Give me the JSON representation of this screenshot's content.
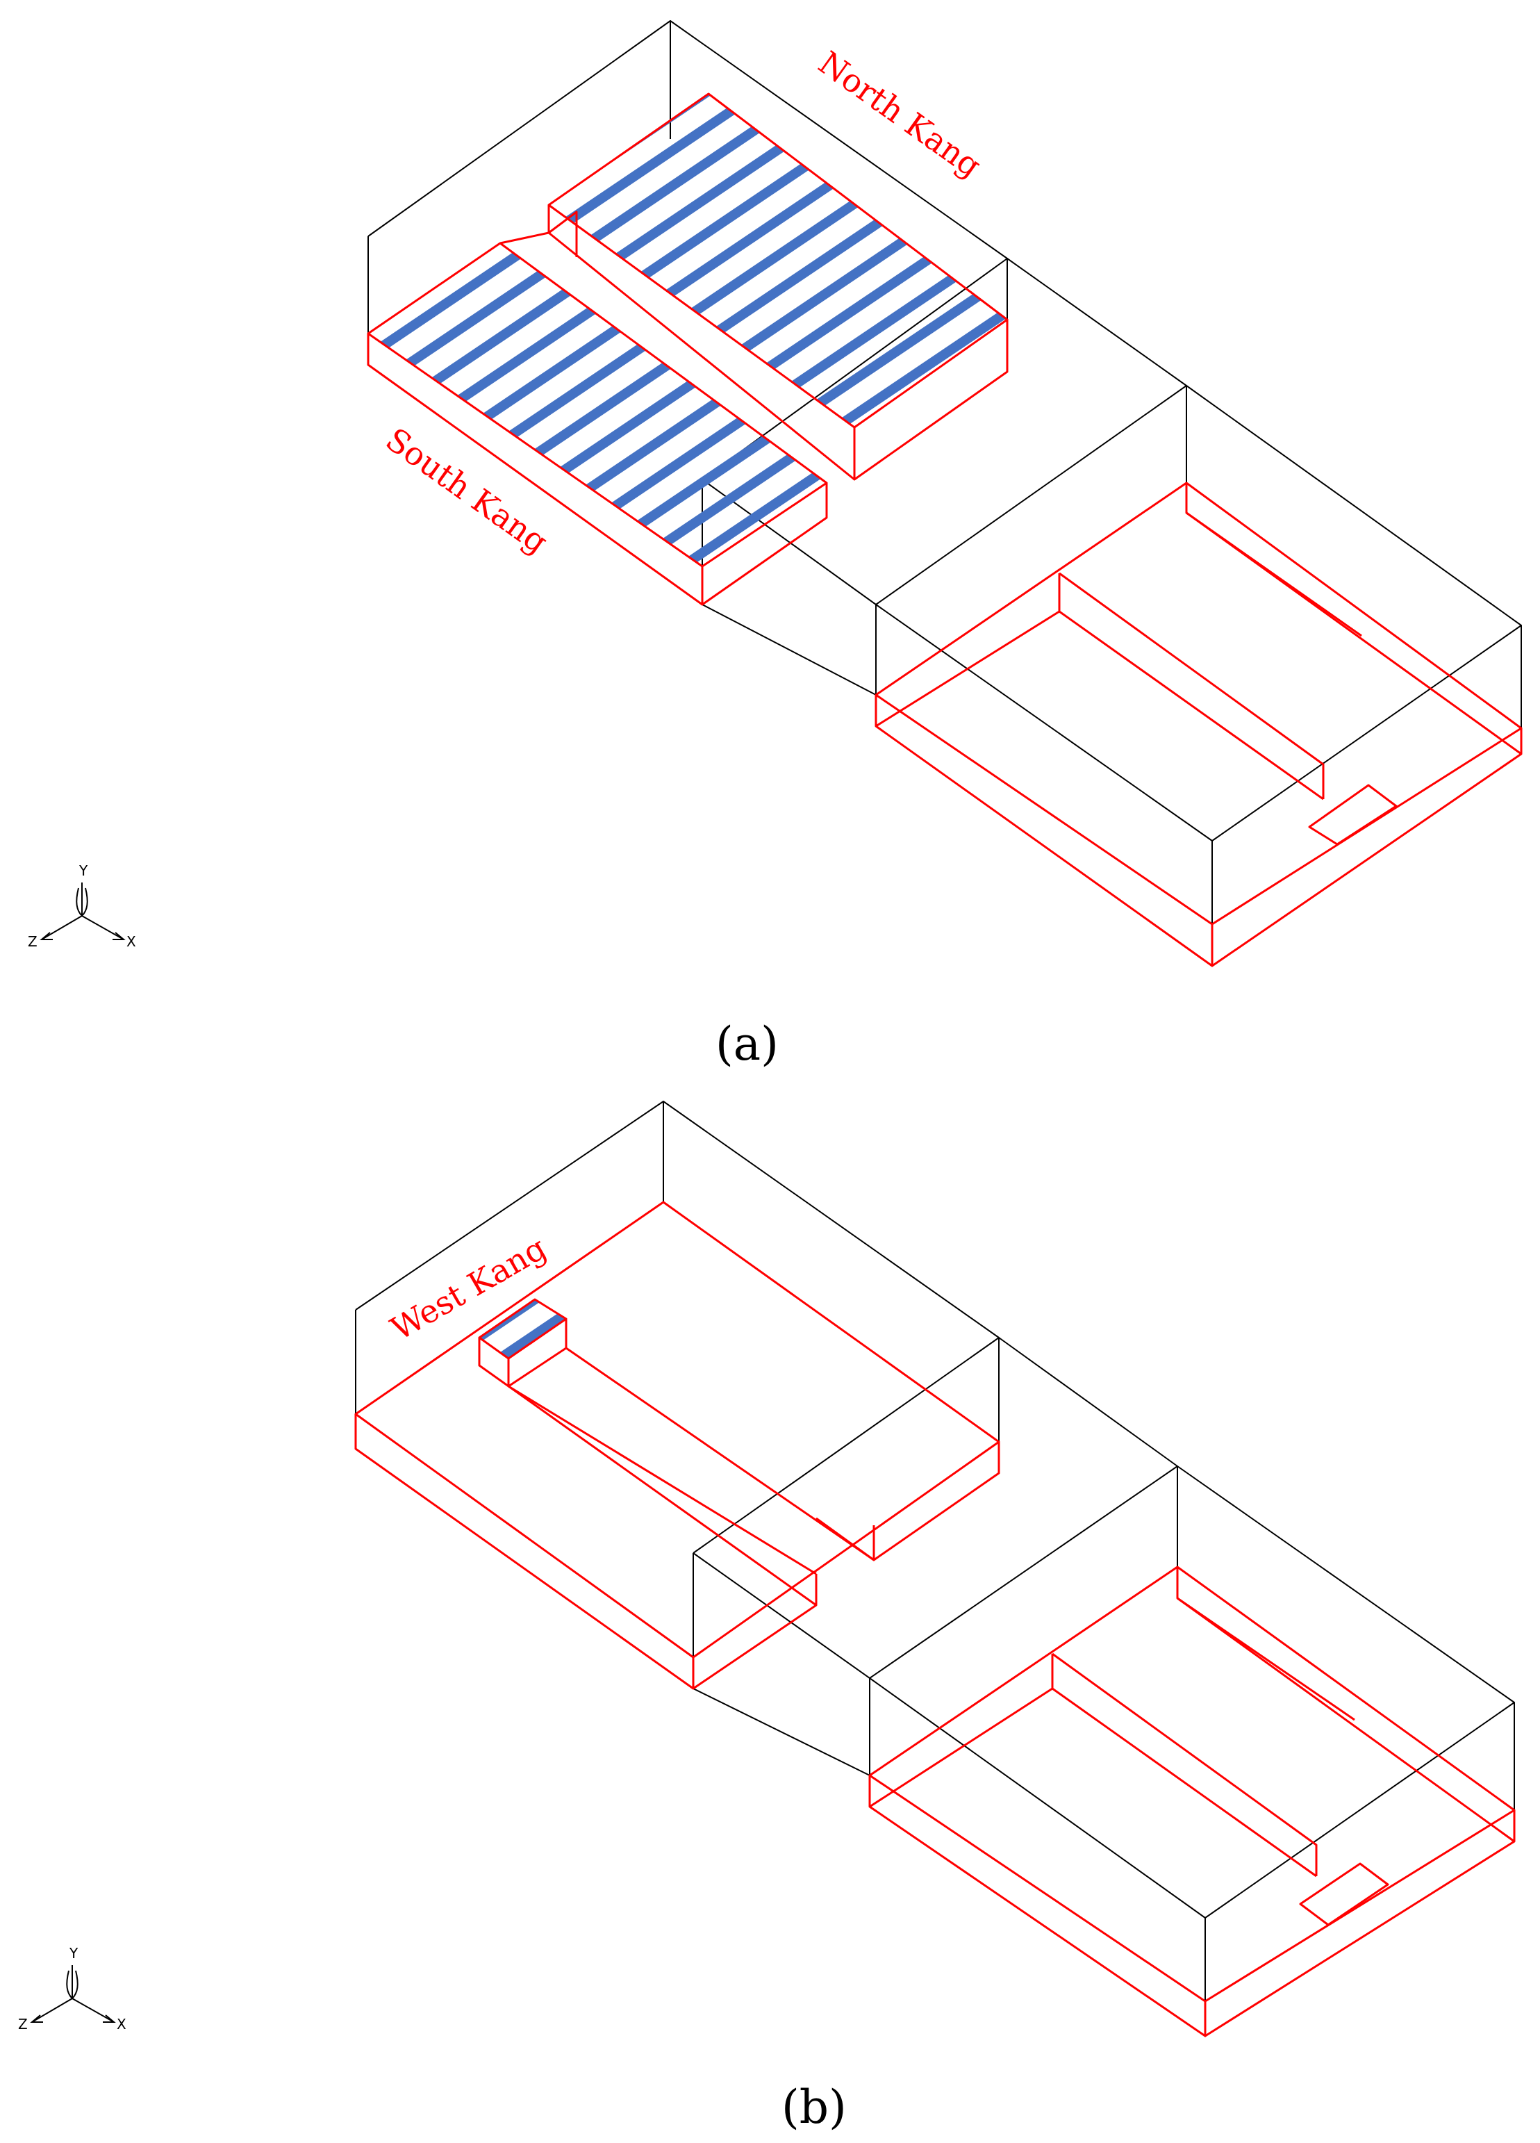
{
  "panels": [
    {
      "caption": "(a)",
      "labels": {
        "north": "North Kang",
        "south": "South Kang"
      },
      "heated_regions": [
        "north",
        "south"
      ]
    },
    {
      "caption": "(b)",
      "labels": {
        "west": "West Kang"
      },
      "heated_regions": [
        "west"
      ]
    }
  ],
  "axis_triad": {
    "y": "Y",
    "z": "Z",
    "x": "X"
  },
  "colors": {
    "room_outline": "#000000",
    "kang_outline": "#ff0000",
    "heated_stripe": "#4472c4",
    "label": "#ff0000"
  }
}
